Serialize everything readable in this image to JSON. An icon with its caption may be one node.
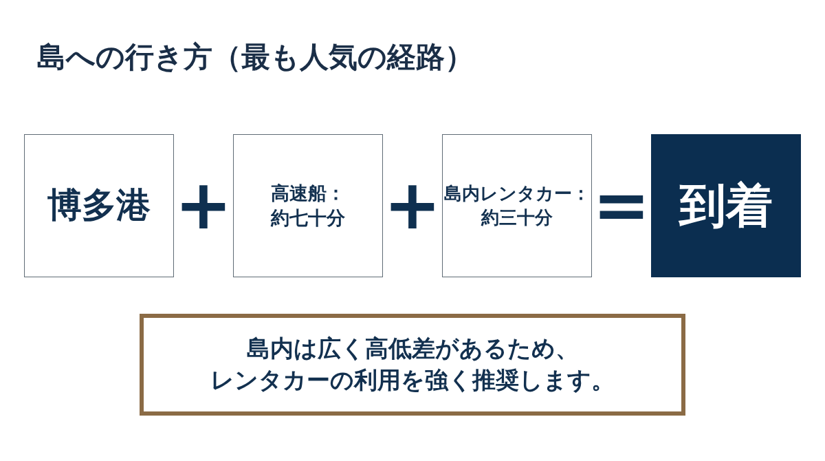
{
  "diagram": {
    "title": "島への行き方（最も人気の経路）",
    "nodes": [
      {
        "text": [
          "博多港"
        ]
      },
      {
        "text": [
          "高速船：約七十分"
        ]
      },
      {
        "text": [
          "島内レンタカー：約三十分"
        ]
      },
      {
        "text": [
          "到着"
        ]
      },
      {
        "text": [
          "島内は広く高低差があるため、レンタカーの利用を強く推奨します。"
        ]
      }
    ],
    "labels": [
      "+",
      "+",
      "="
    ]
  }
}
